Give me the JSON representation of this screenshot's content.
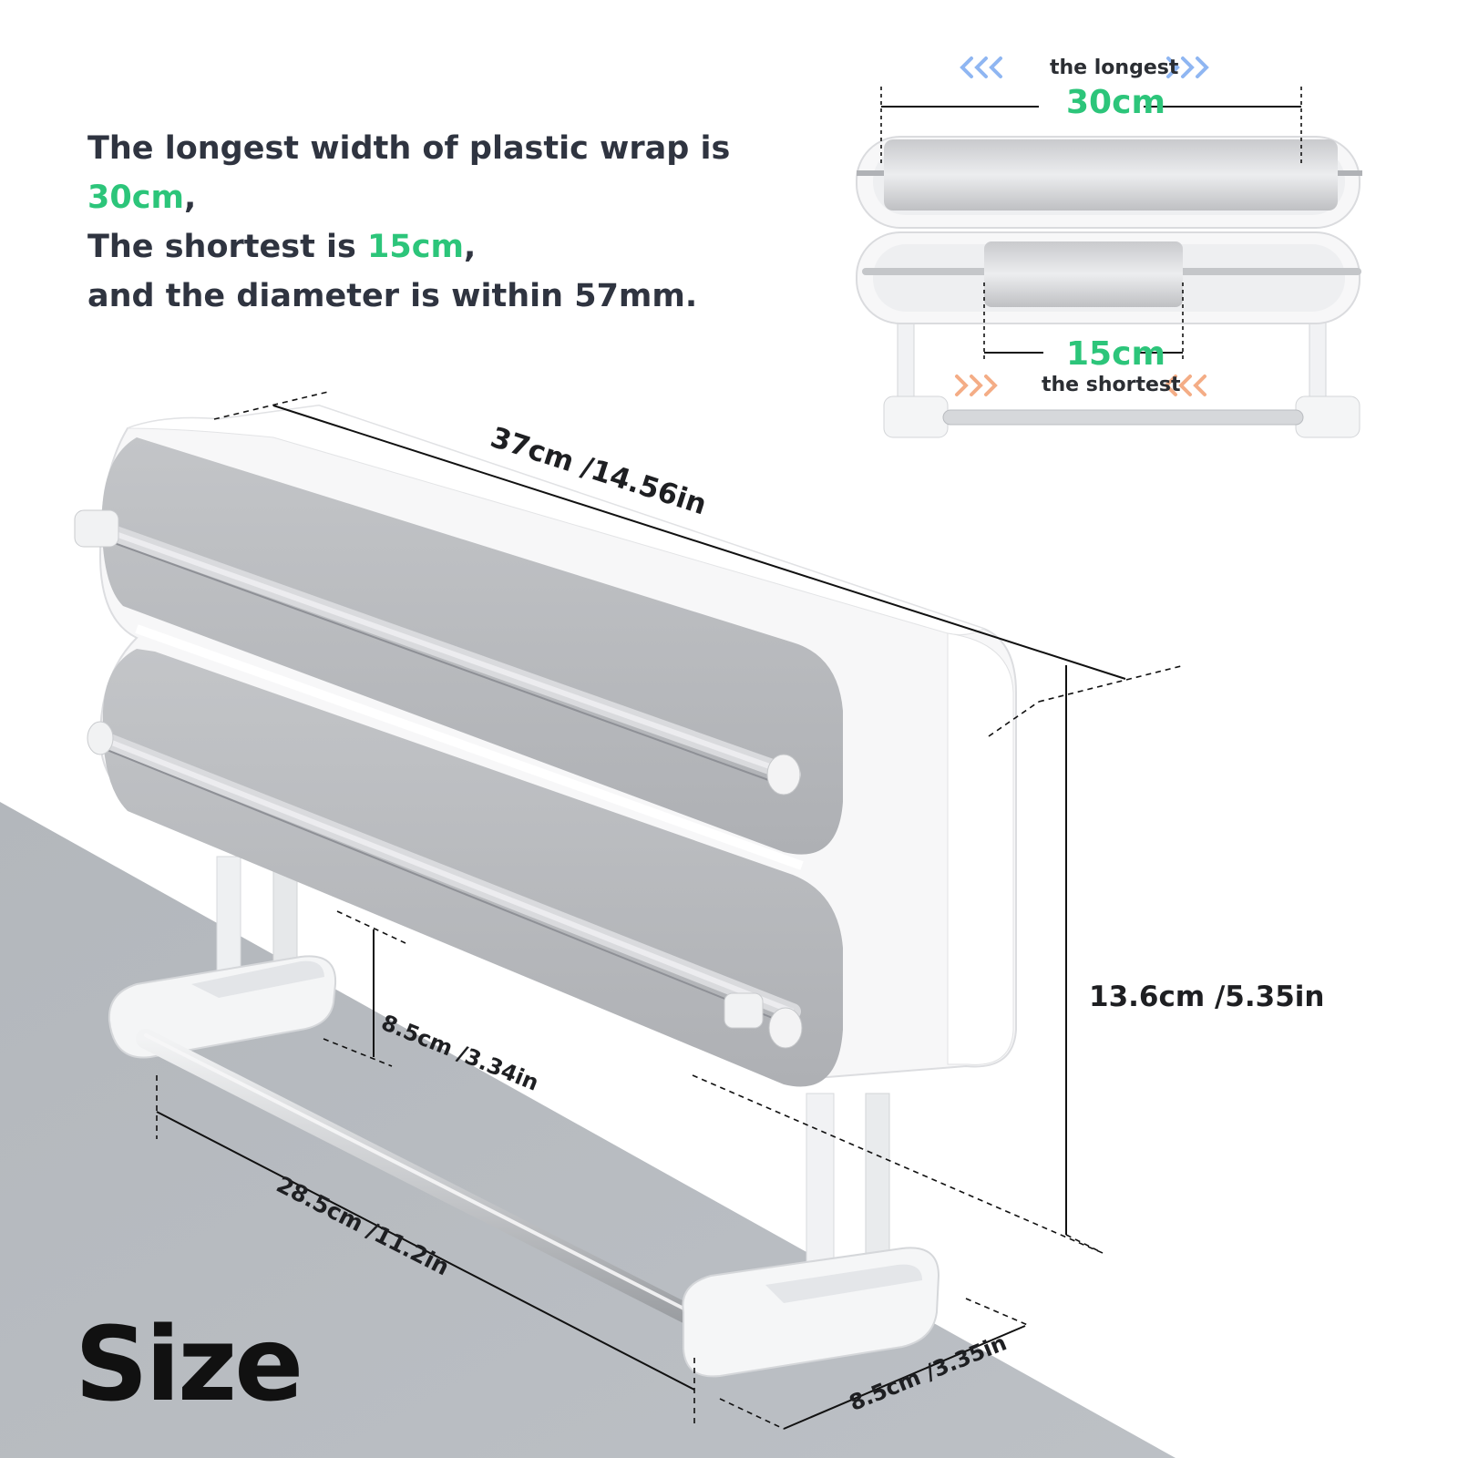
{
  "headline": {
    "line1_prefix": "The longest width of plastic wrap is ",
    "line1_value": "30cm",
    "line1_suffix": ",",
    "line2_prefix": "The shortest is ",
    "line2_value": "15cm",
    "line2_suffix": ",",
    "line3": "and the diameter is within 57mm."
  },
  "inset": {
    "longest_label": "the longest",
    "longest_value": "30cm",
    "shortest_value": "15cm",
    "shortest_label": "the shortest"
  },
  "dimensions": {
    "length": "37cm /14.56in",
    "height": "13.6cm /5.35in",
    "bar_depth": "8.5cm /3.34in",
    "bar_length": "28.5cm /11.2in",
    "foot_depth": "8.5cm /3.35in"
  },
  "title": "Size",
  "colors": {
    "accent_green": "#2cc57a",
    "text_dark": "#2f3440",
    "floor_gray": "#b6babf",
    "panel_gray": "#b9bbbe",
    "arrow_blue": "#8fb6f2",
    "arrow_orange": "#f4ad86"
  },
  "icons": [
    "chevron-left-icon",
    "chevron-right-icon"
  ]
}
